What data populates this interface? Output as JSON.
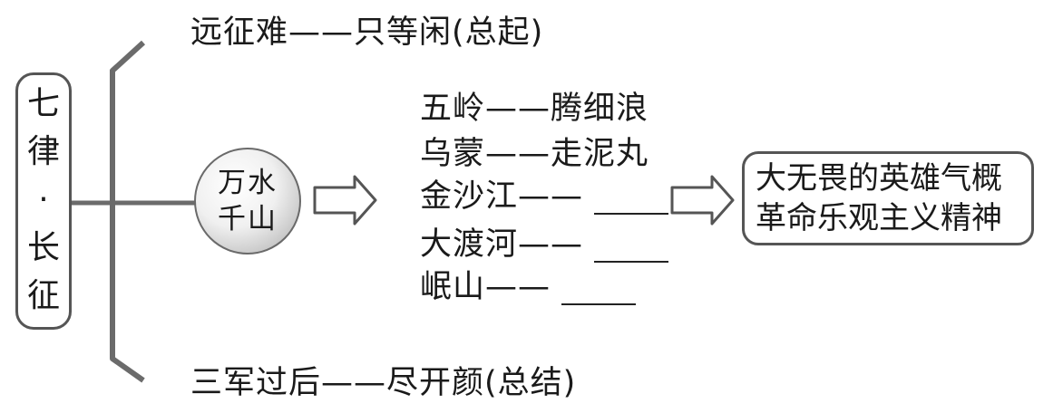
{
  "title": {
    "chars": [
      "七",
      "律",
      "·",
      "长",
      "征"
    ]
  },
  "top_branch": "远征难——只等闲(总起)",
  "bottom_branch": "三军过后——尽开颜(总结)",
  "center_node": {
    "line1": "万水",
    "line2": "千山"
  },
  "details": [
    {
      "text": "五岭——腾细浪",
      "blank": false
    },
    {
      "text": "乌蒙——走泥丸",
      "blank": false
    },
    {
      "text": "金沙江——",
      "blank": true
    },
    {
      "text": "大渡河——",
      "blank": true
    },
    {
      "text": "岷山——",
      "blank": true
    }
  ],
  "result": {
    "line1": "大无畏的英雄气概",
    "line2": "革命乐观主义精神"
  }
}
